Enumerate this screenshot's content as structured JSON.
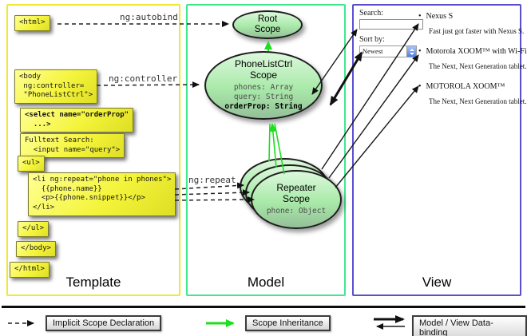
{
  "columns": {
    "template": {
      "label": "Template",
      "border_color": "#f0e832"
    },
    "model": {
      "label": "Model",
      "border_color": "#3ee98e"
    },
    "view": {
      "label": "View",
      "border_color": "#5a4fcf"
    }
  },
  "template": {
    "boxes": {
      "html_open": "<html>",
      "body_open": "<body\n ng:controller=\n \"PhoneListCtrl\">",
      "select": "<select name=\"orderProp\"\n  ...>",
      "fulltext": "Fulltext Search:\n  <input name=\"query\">",
      "ul_open": "<ul>",
      "li_repeat": "<li ng:repeat=\"phone in phones\">\n  {{phone.name}}\n  <p>{{phone.snippet}}</p>\n</li>",
      "ul_close": "</ul>",
      "body_close": "</body>",
      "html_close": "</html>"
    },
    "arrow_labels": {
      "autobind": "ng:autobind",
      "controller": "ng:controller",
      "repeat": "ng:repeat"
    }
  },
  "model": {
    "root_scope": {
      "title": "Root\nScope"
    },
    "phonelist_scope": {
      "title": "PhoneListCtrl\nScope",
      "props": [
        "phones: Array",
        "query: String"
      ],
      "bold_prop": "orderProp: String"
    },
    "repeater_scope": {
      "title": "Repeater\nScope",
      "prop": "phone: Object"
    }
  },
  "view": {
    "search_label": "Search:",
    "search_value": "",
    "sort_label": "Sort by:",
    "sort_value": "Newest",
    "bullet": "•",
    "items": [
      {
        "title": "Nexus S",
        "desc": "Fast just got faster with Nexus S."
      },
      {
        "title": "Motorola XOOM™ with Wi-Fi",
        "desc": "The Next, Next Generation tablet."
      },
      {
        "title": "MOTOROLA XOOM™",
        "desc": "The Next, Next Generation tablet."
      }
    ]
  },
  "legend": [
    {
      "label": "Implicit Scope Declaration",
      "arrow_style": "dashed-black-arrow"
    },
    {
      "label": "Scope Inheritance",
      "arrow_style": "green-solid-arrow"
    },
    {
      "label": "Model / View Data-binding",
      "arrow_style": "double-black-arrow"
    }
  ]
}
